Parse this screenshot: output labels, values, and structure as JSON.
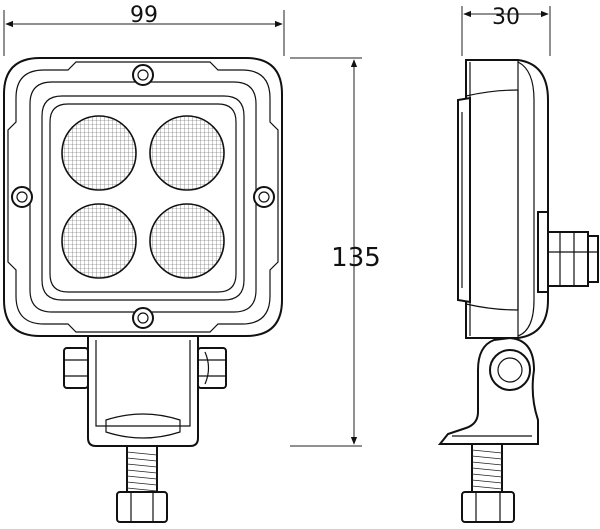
{
  "dimensions": {
    "width": "99",
    "height": "135",
    "depth": "30"
  }
}
